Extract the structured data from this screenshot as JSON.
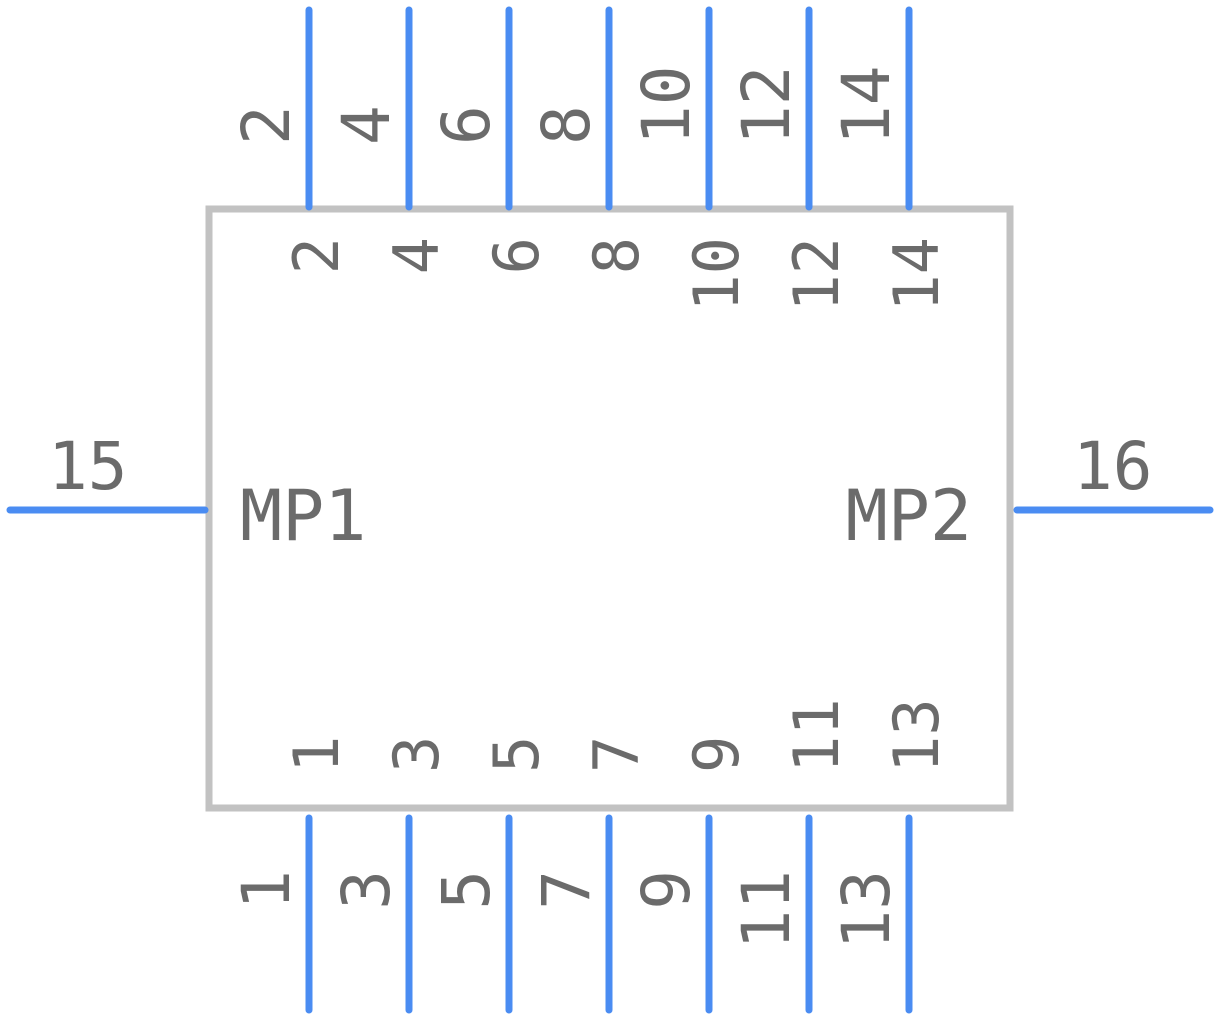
{
  "component": {
    "left_label": "MP1",
    "right_label": "MP2"
  },
  "pins": {
    "top": [
      "2",
      "4",
      "6",
      "8",
      "10",
      "12",
      "14"
    ],
    "bottom": [
      "1",
      "3",
      "5",
      "7",
      "9",
      "11",
      "13"
    ],
    "left": [
      "15"
    ],
    "right": [
      "16"
    ]
  },
  "colors": {
    "pin": "#4a8cf2",
    "body_outline": "#c2c2c2",
    "text": "#6b6b6b",
    "background": "#ffffff"
  }
}
